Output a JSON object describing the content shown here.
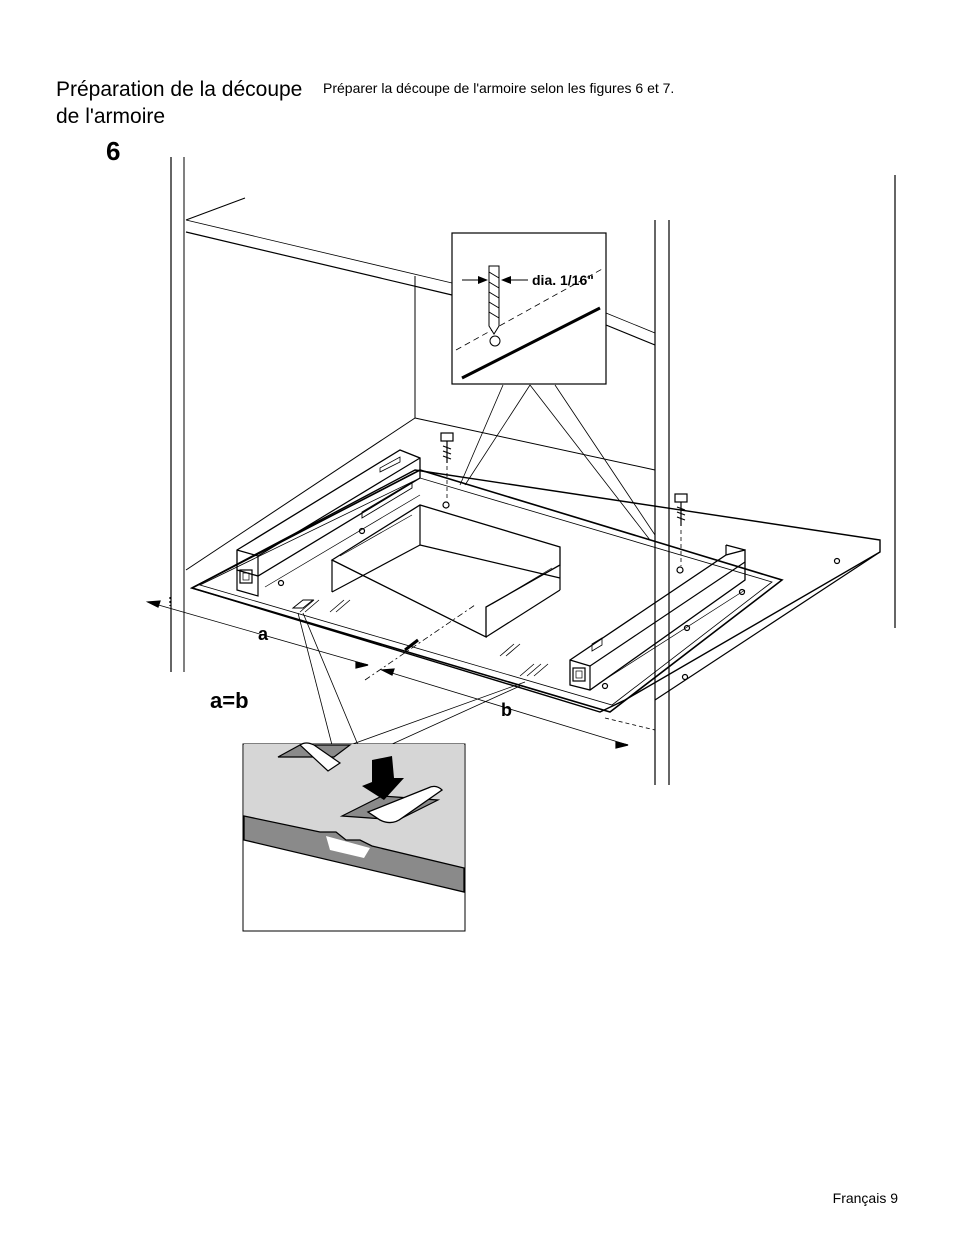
{
  "section": {
    "title_line1": "Préparation de la découpe",
    "title_line2": "de l'armoire",
    "intro": "Préparer la découpe de l'armoire selon les figures 6 et 7."
  },
  "figure": {
    "number": "6",
    "drill_label": "dia. 1/16\"",
    "dim_a": "a",
    "dim_b": "b",
    "equation": "a=b"
  },
  "footer": {
    "page_label": "Français 9"
  }
}
